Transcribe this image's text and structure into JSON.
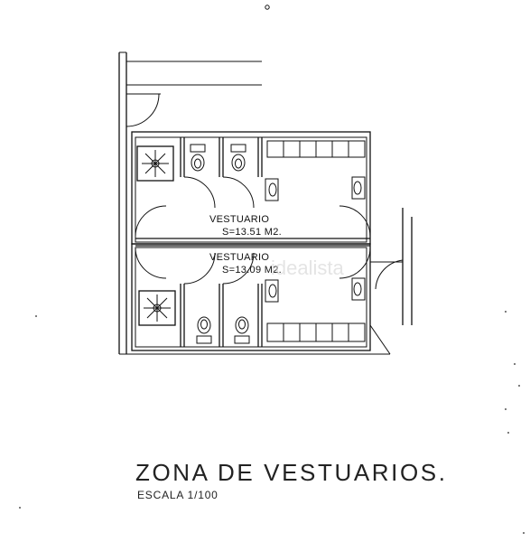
{
  "rooms": [
    {
      "name": "VESTUARIO",
      "surface": "S=13.51  M2."
    },
    {
      "name": "VESTUARIO",
      "surface": "S=13.09  M2."
    }
  ],
  "drawing": {
    "title": "ZONA  DE  VESTUARIOS.",
    "scale": "ESCALA 1/100"
  },
  "watermark": "idealista",
  "colors": {
    "line": "#111111",
    "background": "#ffffff"
  }
}
